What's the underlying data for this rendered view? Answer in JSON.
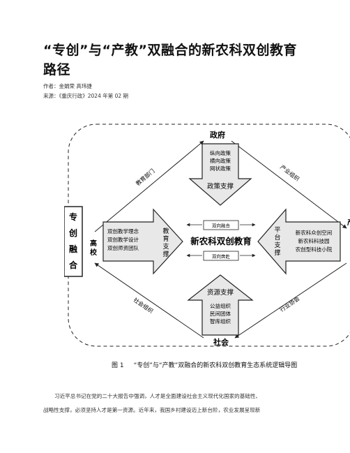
{
  "article": {
    "title": "“专创”与“产教”双融合的新农科双创教育路径",
    "author_line": "作者：金娟荣 高玮捷",
    "source_line": "来源：《重庆行政》2024 年第 02 期"
  },
  "figure": {
    "top_node": "政府",
    "bottom_node": "社会",
    "left_node": "高校",
    "center_title": "新农科双创教育",
    "left_badge": [
      "专",
      "创",
      "融",
      "合"
    ],
    "center_top_tag": "双向融合",
    "center_bottom_tag": "双向奔赴",
    "top_arrow": {
      "lines": [
        "纵向政策",
        "横向政策",
        "网状政策"
      ],
      "label": "政策支撑"
    },
    "bottom_arrow": {
      "label": "资源支撑",
      "lines": [
        "公益组织",
        "民间团体",
        "智库组织"
      ]
    },
    "left_arrow": {
      "lines": [
        "双创教学理念",
        "双创教学设计",
        "双创师资团队"
      ],
      "label": "教育支撑"
    },
    "right_arrow": {
      "label": "平台支撑",
      "lines": [
        "新农科众创空间",
        "新农科科技园",
        "农创型科技小院"
      ]
    },
    "edge_labels": {
      "top_left": "教育部门",
      "top_right": "产业组织",
      "bottom_left": "社会组织",
      "bottom_right": "行业协会"
    },
    "right_cut_glyph": "产"
  },
  "caption": {
    "number": "图 1",
    "text": "“专创”与“产教”双融合的新农科双创教育生态系统逻辑导图"
  },
  "body": {
    "line1": "习近平总书记在党的二十大报告中强调，人才是全面建设社会主义现代化国家的基础性、",
    "line2": "战略性支撑，必须坚持人才是第一资源。近年来，我国乡村建设迈上新台阶，农业发展呈现新"
  }
}
